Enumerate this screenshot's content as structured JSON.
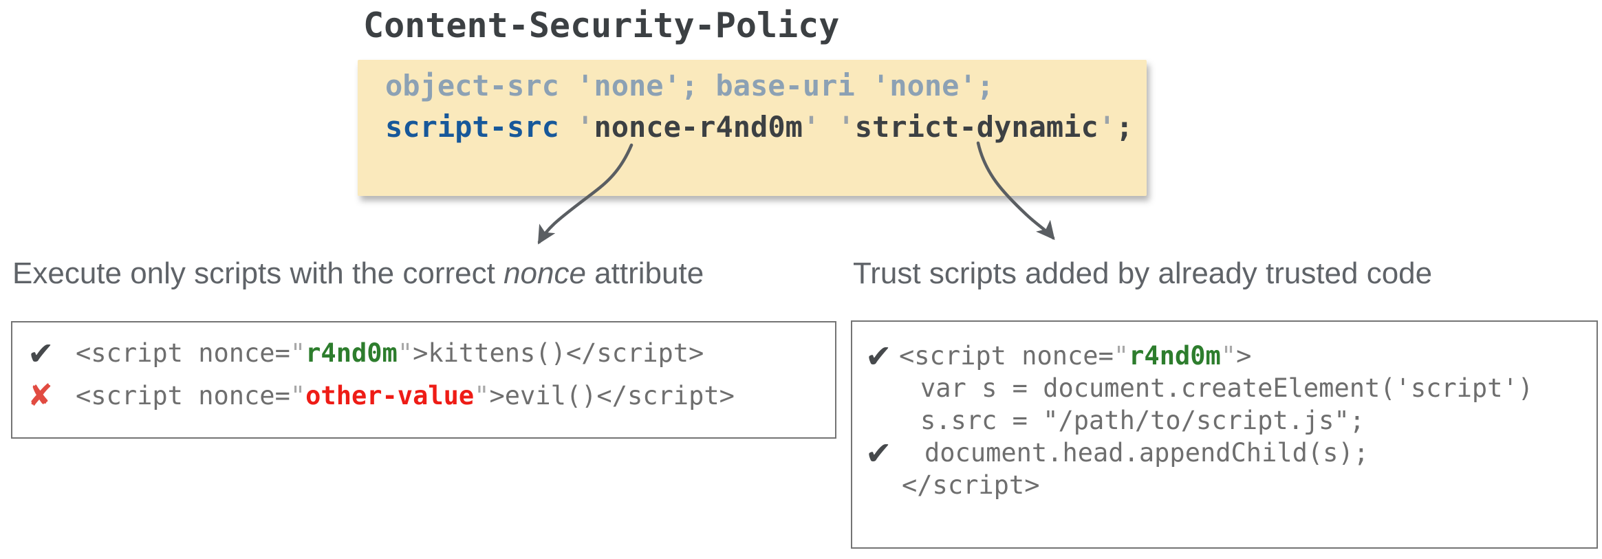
{
  "colors": {
    "policy_box_bg": "#FAE9BC",
    "muted_directive_gray_blue": "#8CA1B4",
    "script_src_blue": "#17589A",
    "dark_code": "#3C4043",
    "caption_gray": "#5F6368",
    "code_gray": "#6E6E6E",
    "allowed_nonce_green": "#2D7D2D",
    "blocked_nonce_red": "#EE1C16",
    "check_mark_gray": "#46494C",
    "cross_mark_red": "#E14B41",
    "arrow_gray": "#5A5E62",
    "code_box_border": "#747474"
  },
  "header": {
    "title": "Content-Security-Policy"
  },
  "policy_box": {
    "line1": "object-src 'none'; base-uri 'none';",
    "line2": {
      "directive": "script-src ",
      "q1": "'",
      "nonce_source": "nonce-r4nd0m",
      "q2": "' '",
      "keyword_source": "strict-dynamic",
      "q3": "'",
      "semicolon": ";"
    }
  },
  "captions": {
    "left": {
      "pre": "Execute only scripts with the correct ",
      "em": "nonce",
      "post": " attribute"
    },
    "right": "Trust scripts added by already trusted code"
  },
  "icons": {
    "check": "✔",
    "cross": "✘"
  },
  "left_code_box": {
    "allowed_line": {
      "pre": "<script nonce=",
      "q1": "\"",
      "nonce": "r4nd0m",
      "q2": "\"",
      "post": ">kittens()</script>"
    },
    "blocked_line": {
      "pre": "<script nonce=",
      "q1": "\"",
      "nonce": "other-value",
      "q2": "\"",
      "post": ">evil()</script>"
    }
  },
  "right_code_box": {
    "line1": {
      "pre": "<script nonce=",
      "q1": "\"",
      "nonce": "r4nd0m",
      "q2": "\"",
      "post": ">"
    },
    "line2": "var s = document.createElement('script')",
    "line3": "s.src = \"/path/to/script.js\";",
    "line4": "document.head.appendChild(s);",
    "line5": "</script>"
  }
}
